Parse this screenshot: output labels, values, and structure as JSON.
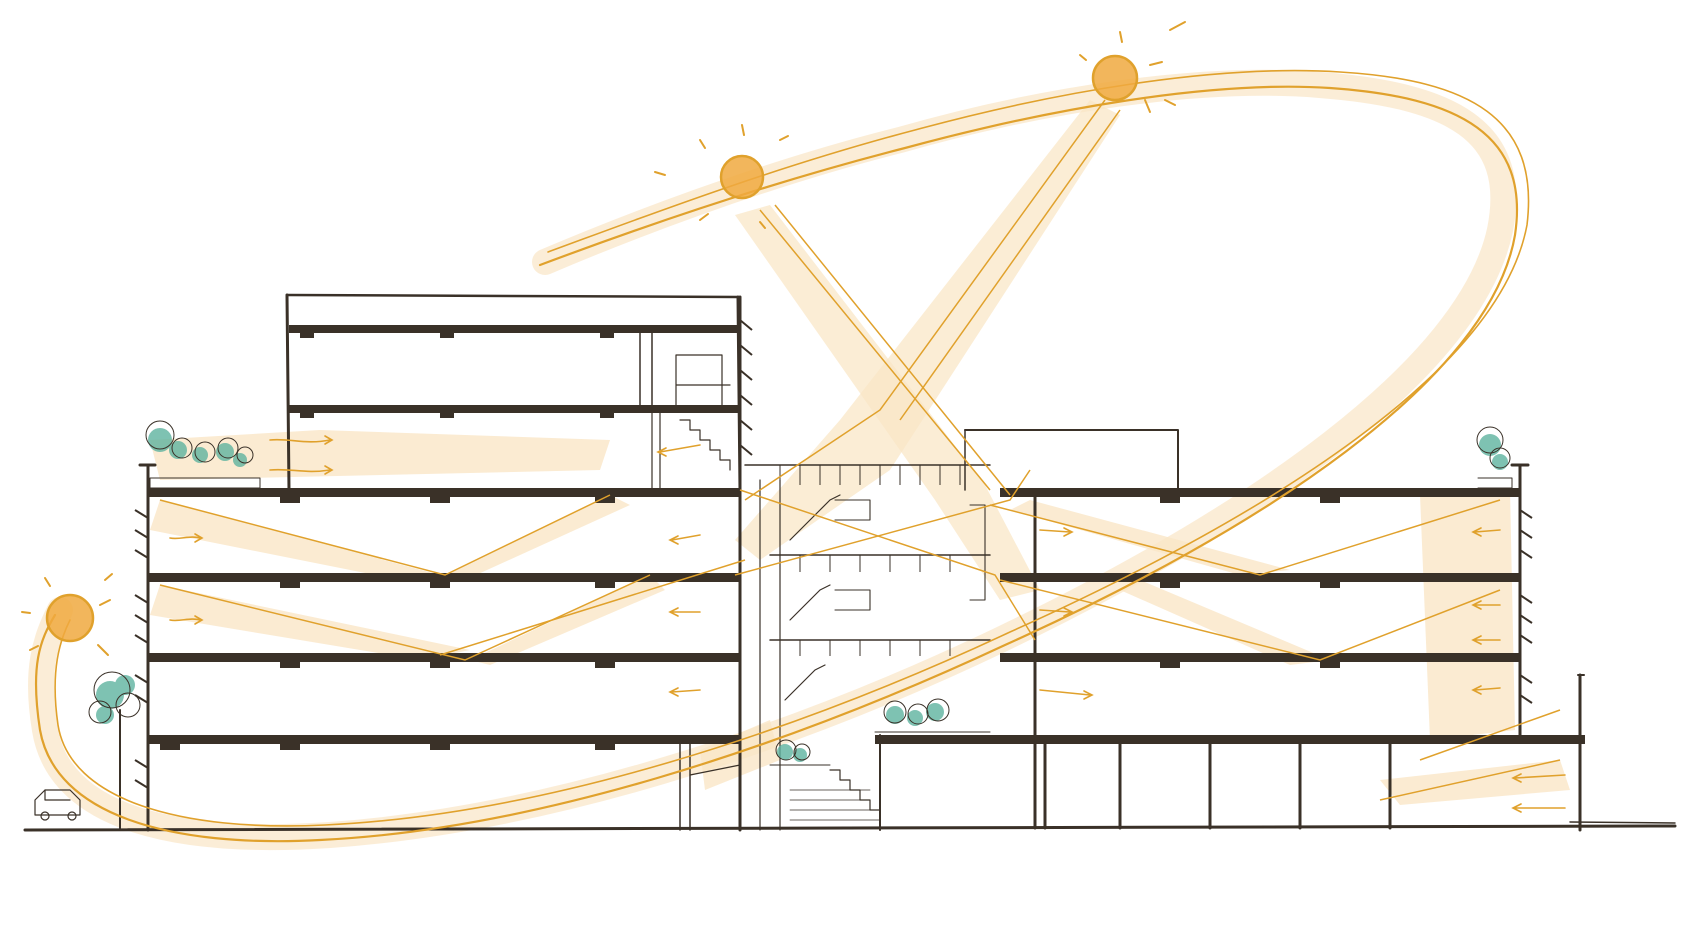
{
  "colors": {
    "background": "#ffffff",
    "ink": "#3a3128",
    "sun_line": "#e0a12c",
    "sun_wash": "#f3c882",
    "sun_fill": "#f0a93f",
    "greenery": "#5fb3a0"
  },
  "elements": {
    "suns": [
      "sun-low-left",
      "sun-mid",
      "sun-high"
    ],
    "sun_path": "sun-path-orbit",
    "light_rays": [
      "light-ray-mid",
      "light-ray-high",
      "floor-light-reflections"
    ],
    "building": [
      "building-section",
      "upper-volume",
      "main-block",
      "atrium-stair-core",
      "right-wing",
      "ground-floor-columns"
    ],
    "landscape": [
      "rooftop-planting",
      "street-tree",
      "parked-car",
      "ground-line"
    ],
    "airflow": "ventilation-arrows"
  }
}
